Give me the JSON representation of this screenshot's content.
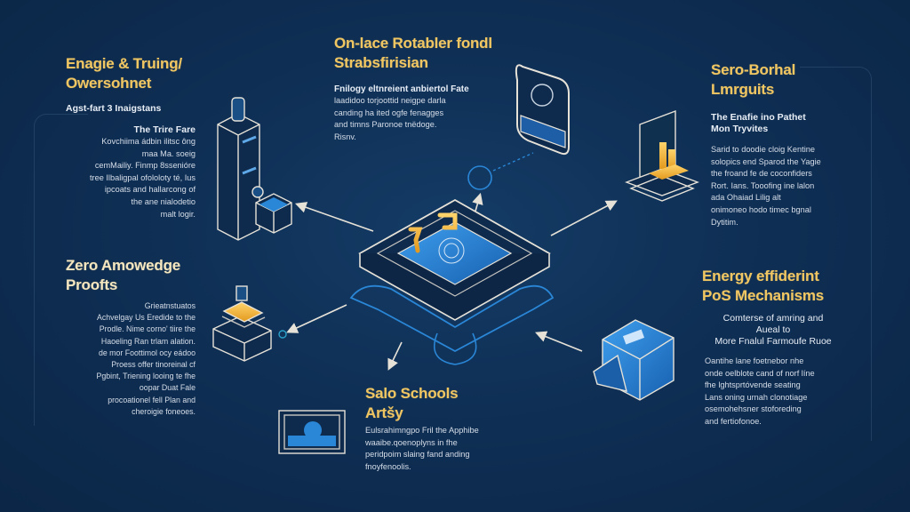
{
  "colors": {
    "background": "#0f2f55",
    "title_gold": "#f0c662",
    "text_light": "#d6dee9",
    "line_white": "#e6e2d8",
    "accent_blue": "#2a86d6",
    "accent_orange": "#f5b63a"
  },
  "sections": {
    "top_left": {
      "title_lines": [
        "Enagie & Truing/",
        "Owersohnet"
      ],
      "subtitle": "Agst-fart 3 Inaigstans",
      "body_heading": "The Trire Fare",
      "body_lines": [
        "Kovchiima ádbin ilitsc ông",
        "maa Ma. soeig",
        "cemMailiy. Finmp 8ssenióre",
        "tree Ilbaligpal ofololoty té, Ius",
        "ipcoats and hallarcong of",
        "the ane nialodetio",
        "malt logir."
      ],
      "icon": "tower-server-icon"
    },
    "top_center": {
      "title_lines": [
        "On-lace Rotabler fondl",
        "Strabsfirisian"
      ],
      "body_heading": "Fnilogy eltnreient anbiertol Fate",
      "body_lines": [
        "laadidoo torjoottid neigpe darla",
        "canding ha ited ogfe fenagges",
        "and timns Paronoe tnëdoge.",
        "Risnv."
      ],
      "icon": "tablet-device-icon"
    },
    "top_right": {
      "title_lines": [
        "Sero-Borhal",
        "Lmrguits"
      ],
      "subtitle_lines": [
        "The Enafie ino Pathet",
        "Mon Tryvites"
      ],
      "body_lines": [
        "Sarid to doodie cloig Kentine",
        "solopics end Sparod the Yagie",
        "the froand fe de coconfiders",
        "Rort. Ians. Tooofing ine lalon",
        "ada Ohaiad Lilig alt",
        "onimoneo hodo timec bgnal",
        "Dytitim."
      ],
      "icon": "bar-chart-display-icon"
    },
    "middle_left": {
      "title_lines": [
        "Zero Amowedge",
        "Proofts"
      ],
      "body_lines": [
        "Grieatnstuatos",
        "Achvelgay Us Eredide to the",
        "Prodle. Nime corno' tiire the",
        "Haoeling Ran trlam alation.",
        "de mor Foottimol ocy eádoo",
        "Proess offer tinoreinal cf",
        "Pgbint, Triening looing te fhe",
        "oopar Duat Fale",
        "procoationel fell Plan and",
        "cheroigie foneoes."
      ],
      "icon": "stacked-chip-icon"
    },
    "middle_right": {
      "title_lines": [
        "Energy effiderint",
        "PoS Mechanisms"
      ],
      "subtitle_lines": [
        "Comterse of amring and",
        "Aueal to",
        "More Fnalul Farmoufe Ruoe"
      ],
      "body_lines": [
        "Oantihe lane foetnebor nhe",
        "onde oelblote cand of norf líne",
        "fhe lghtsprtóvende seating",
        "Lans oning urnah clonotiage",
        "osemohehsner stoforeding",
        "and fertiofonoe."
      ],
      "icon": "blue-cube-icon"
    },
    "bottom_center": {
      "title_lines": [
        "Salo Schools",
        "Artšy"
      ],
      "body_lines": [
        "Eulsrahimngpo Fril the Apphibe",
        "waaibe.qoenoplyns in fhe",
        "peridpoim slaing fand anding",
        "fnoyfenoolis."
      ],
      "icon": "dome-building-icon"
    },
    "center": {
      "icon": "central-processor-icon"
    }
  }
}
